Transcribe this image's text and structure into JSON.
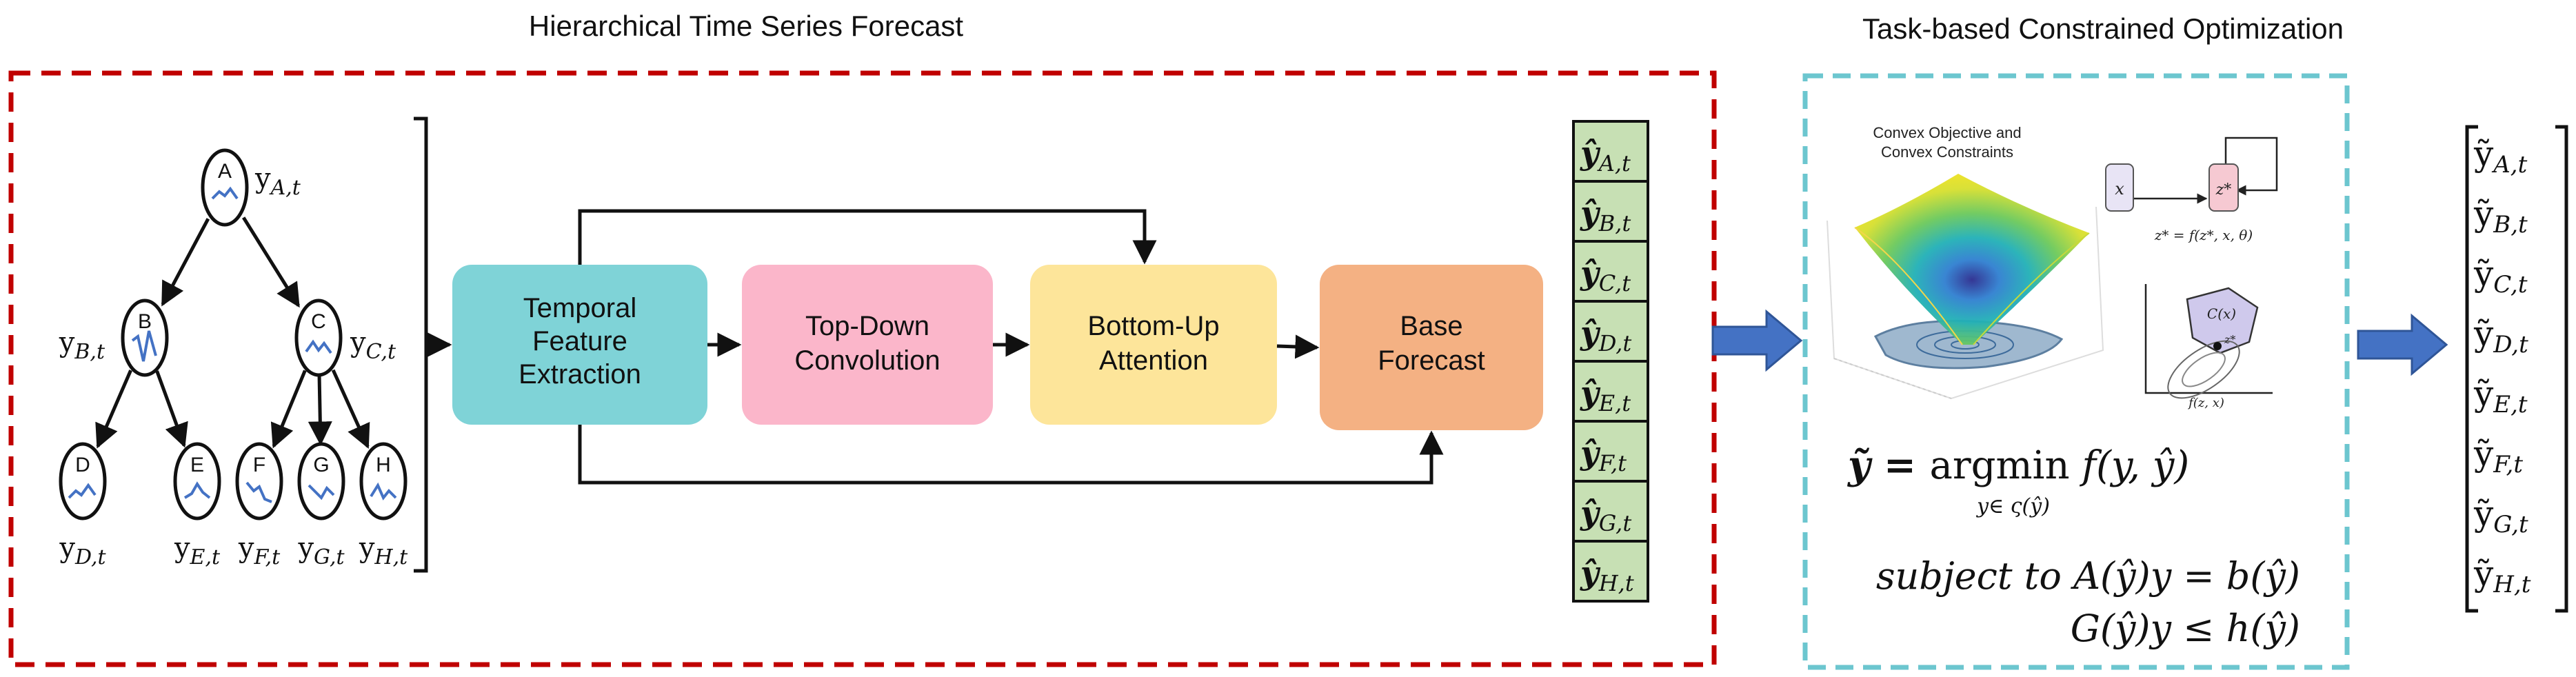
{
  "left_title": "Hierarchical Time Series Forecast",
  "right_title": "Task-based  Constrained Optimization",
  "tree": {
    "nodes": [
      {
        "id": "A",
        "label": "A",
        "y_label": "y",
        "y_sub": "A,t"
      },
      {
        "id": "B",
        "label": "B",
        "y_label": "y",
        "y_sub": "B,t"
      },
      {
        "id": "C",
        "label": "C",
        "y_label": "y",
        "y_sub": "C,t"
      },
      {
        "id": "D",
        "label": "D",
        "y_label": "y",
        "y_sub": "D,t"
      },
      {
        "id": "E",
        "label": "E",
        "y_label": "y",
        "y_sub": "E,t"
      },
      {
        "id": "F",
        "label": "F",
        "y_label": "y",
        "y_sub": "F,t"
      },
      {
        "id": "G",
        "label": "G",
        "y_label": "y",
        "y_sub": "G,t"
      },
      {
        "id": "H",
        "label": "H",
        "y_label": "y",
        "y_sub": "H,t"
      }
    ],
    "edges": [
      [
        "A",
        "B"
      ],
      [
        "A",
        "C"
      ],
      [
        "B",
        "D"
      ],
      [
        "B",
        "E"
      ],
      [
        "C",
        "F"
      ],
      [
        "C",
        "G"
      ],
      [
        "C",
        "H"
      ]
    ]
  },
  "modules": {
    "temporal": [
      "Temporal",
      "Feature",
      "Extraction"
    ],
    "topdown": [
      "Top-Down",
      "Convolution"
    ],
    "bottomup": [
      "Bottom-Up",
      "Attention"
    ],
    "base": [
      "Base",
      "Forecast"
    ]
  },
  "colors": {
    "dashed_red": "#c00000",
    "dashed_teal": "#6cc6cf",
    "temporal": "#7fd3d7",
    "topdown": "#fbb6ca",
    "bottomup": "#fde59a",
    "base": "#f4b183",
    "forecast_cell": "#c7e0b4",
    "fat_arrow": "#4472c4",
    "series_line": "#4472c4",
    "x_box": "#e8e4f5",
    "z_box": "#f6c9d2"
  },
  "forecast_vector": {
    "accent": "ŷ",
    "subs": [
      "A,t",
      "B,t",
      "C,t",
      "D,t",
      "E,t",
      "F,t",
      "G,t",
      "H,t"
    ]
  },
  "reconciled_vector": {
    "accent": "ỹ",
    "subs": [
      "A,t",
      "B,t",
      "C,t",
      "D,t",
      "E,t",
      "F,t",
      "G,t",
      "H,t"
    ]
  },
  "optimization": {
    "surface_title": [
      "Convex Objective and",
      "Convex Constraints"
    ],
    "x_label": "x",
    "z_label": "z*",
    "fixed_point_eq": "z* = f(z*, x, θ)",
    "set_label": "C(x)",
    "contour_label": "f(z, x)",
    "point_label": "z*",
    "eq_main_lhs": "ỹ = ",
    "eq_main_argmin": "argmin",
    "eq_main_rhs": " f(y, ŷ)",
    "eq_main_under": "y∈ ς(ŷ)",
    "eq_subject": "subject to",
    "eq_c1": "A(ŷ)y = b(ŷ)",
    "eq_c2": "G(ŷ)y ≤ h(ŷ)"
  }
}
